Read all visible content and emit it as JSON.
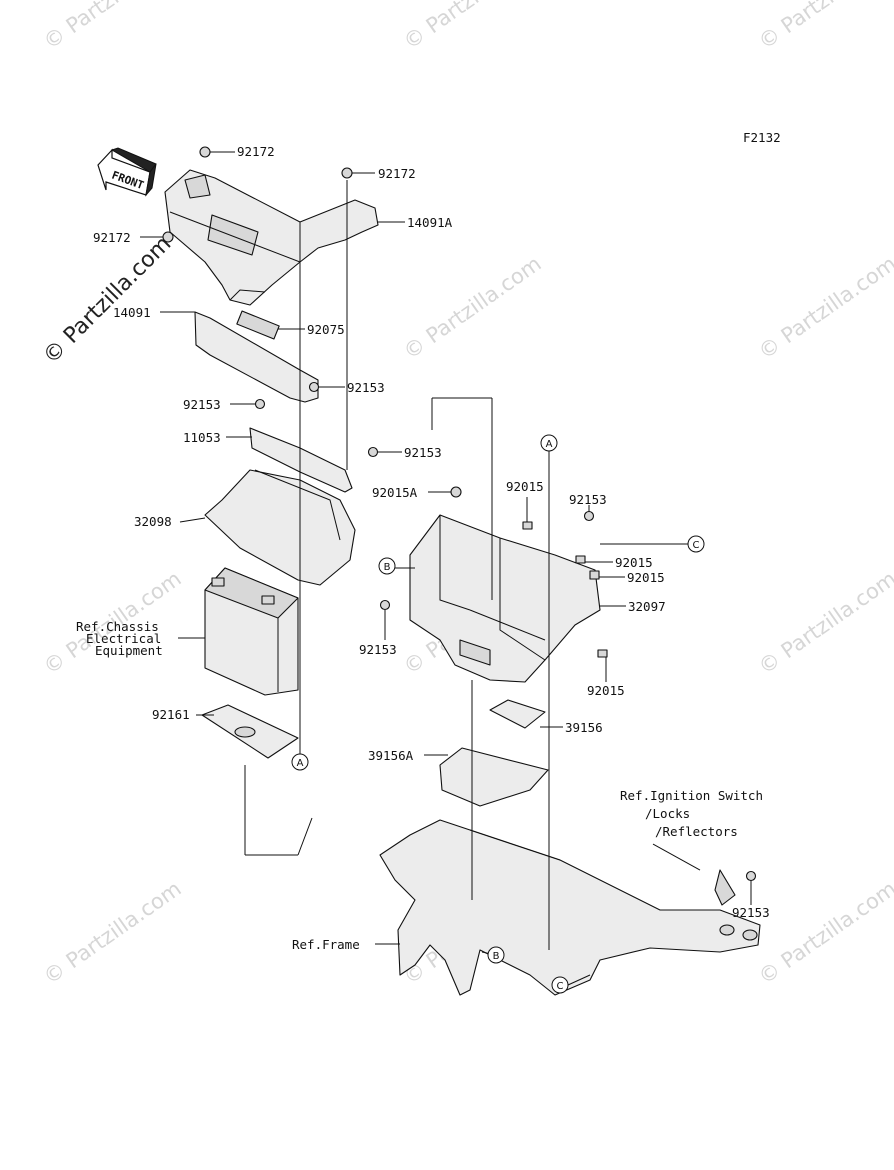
{
  "figure_code": "F2132",
  "front_label": "FRONT",
  "watermark": {
    "text": "© Partzilla.com"
  },
  "callouts": {
    "c1": "92172",
    "c2": "92172",
    "c3": "92172",
    "c4": "14091A",
    "c5": "14091",
    "c6": "92075",
    "c7": "92153",
    "c8": "92153",
    "c9": "11053",
    "c10": "92153",
    "c11": "92015A",
    "c12": "32098",
    "c13": "92015",
    "c14": "92153",
    "c15": "92015",
    "c16": "92015",
    "c17": "32097",
    "c18": "92153",
    "c19": "92015",
    "c20": "92161",
    "c21": "39156",
    "c22": "39156A",
    "c23": "92153"
  },
  "ref_notes": {
    "chassis_1": "Ref.Chassis",
    "chassis_2": "Electrical",
    "chassis_3": "Equipment",
    "ignition_1": "Ref.Ignition Switch",
    "ignition_2": "/Locks",
    "ignition_3": "/Reflectors",
    "frame": "Ref.Frame"
  },
  "markers": {
    "a": "A",
    "b": "B",
    "c": "C"
  }
}
